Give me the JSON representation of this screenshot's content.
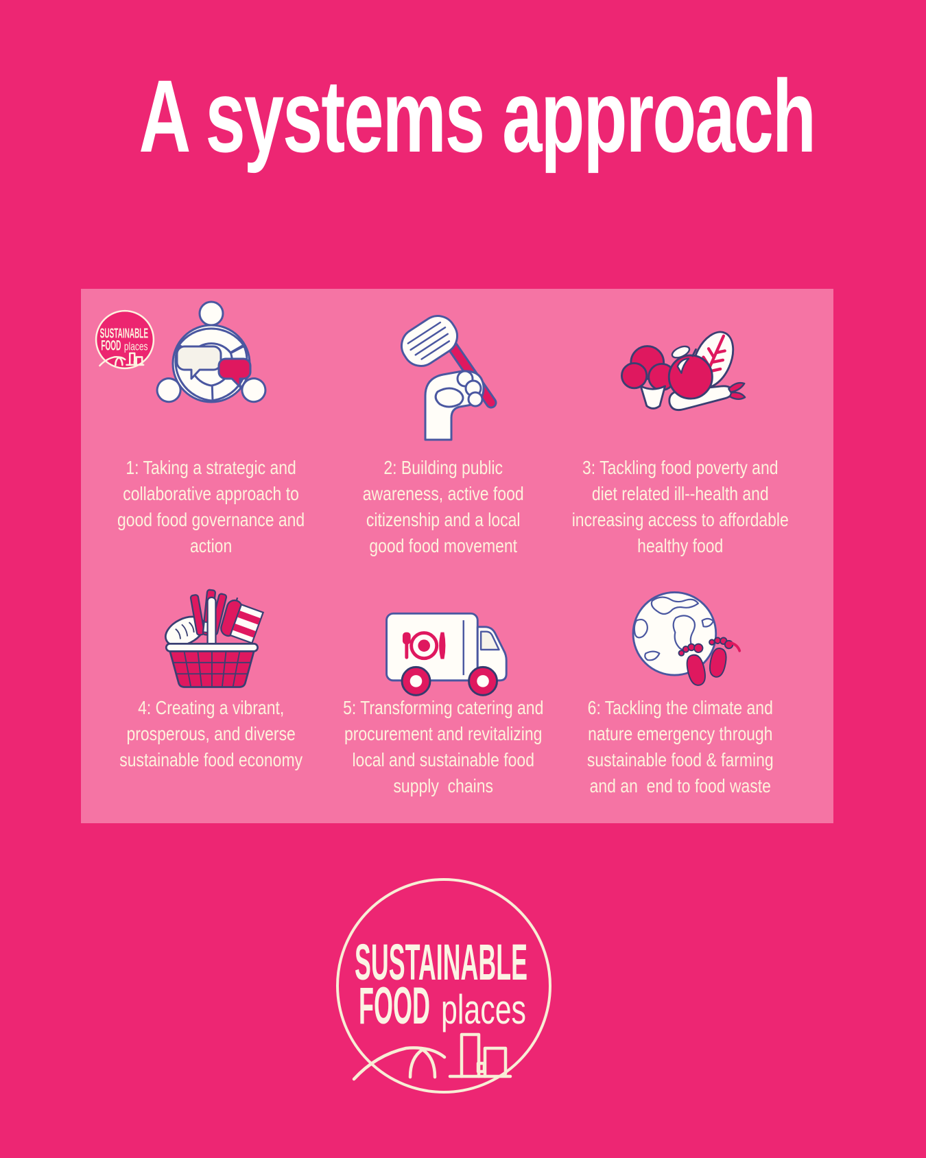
{
  "page": {
    "title": "A systems approach"
  },
  "panel": {
    "items": [
      {
        "icon": "roundtable-discussion",
        "text": "1: Taking a strategic and\ncollaborative approach to\ngood food governance and\naction"
      },
      {
        "icon": "fist-holding-spatula",
        "text": "2: Building public\nawareness, active food\ncitizenship and a local\ngood food movement"
      },
      {
        "icon": "healthy-vegetables",
        "text": "3: Tackling food poverty and\ndiet related ill--health and\nincreasing access to affordable\nhealthy food"
      },
      {
        "icon": "shopping-basket",
        "text": "4: Creating a vibrant,\nprosperous, and diverse\nsustainable food economy"
      },
      {
        "icon": "delivery-van",
        "text": "5: Transforming catering and\nprocurement and revitalizing\nlocal and sustainable food\nsupply  chains"
      },
      {
        "icon": "globe-footprints",
        "text": "6: Tackling the climate and\nnature emergency through\nsustainable food & farming\nand an  end to food waste"
      }
    ]
  },
  "logo": {
    "line1": "SUSTAINABLE",
    "line2_bold": "FOOD",
    "line2_light": "places"
  },
  "colors": {
    "background_pink": "#ed2673",
    "panel_pink": "#f574a4",
    "accent_deep_pink": "#df185f",
    "icon_outline_blue": "#4a57a0",
    "caption_cream": "#fdf2dc",
    "logo_cream": "#f8eed6",
    "title_white": "#ffffff"
  }
}
